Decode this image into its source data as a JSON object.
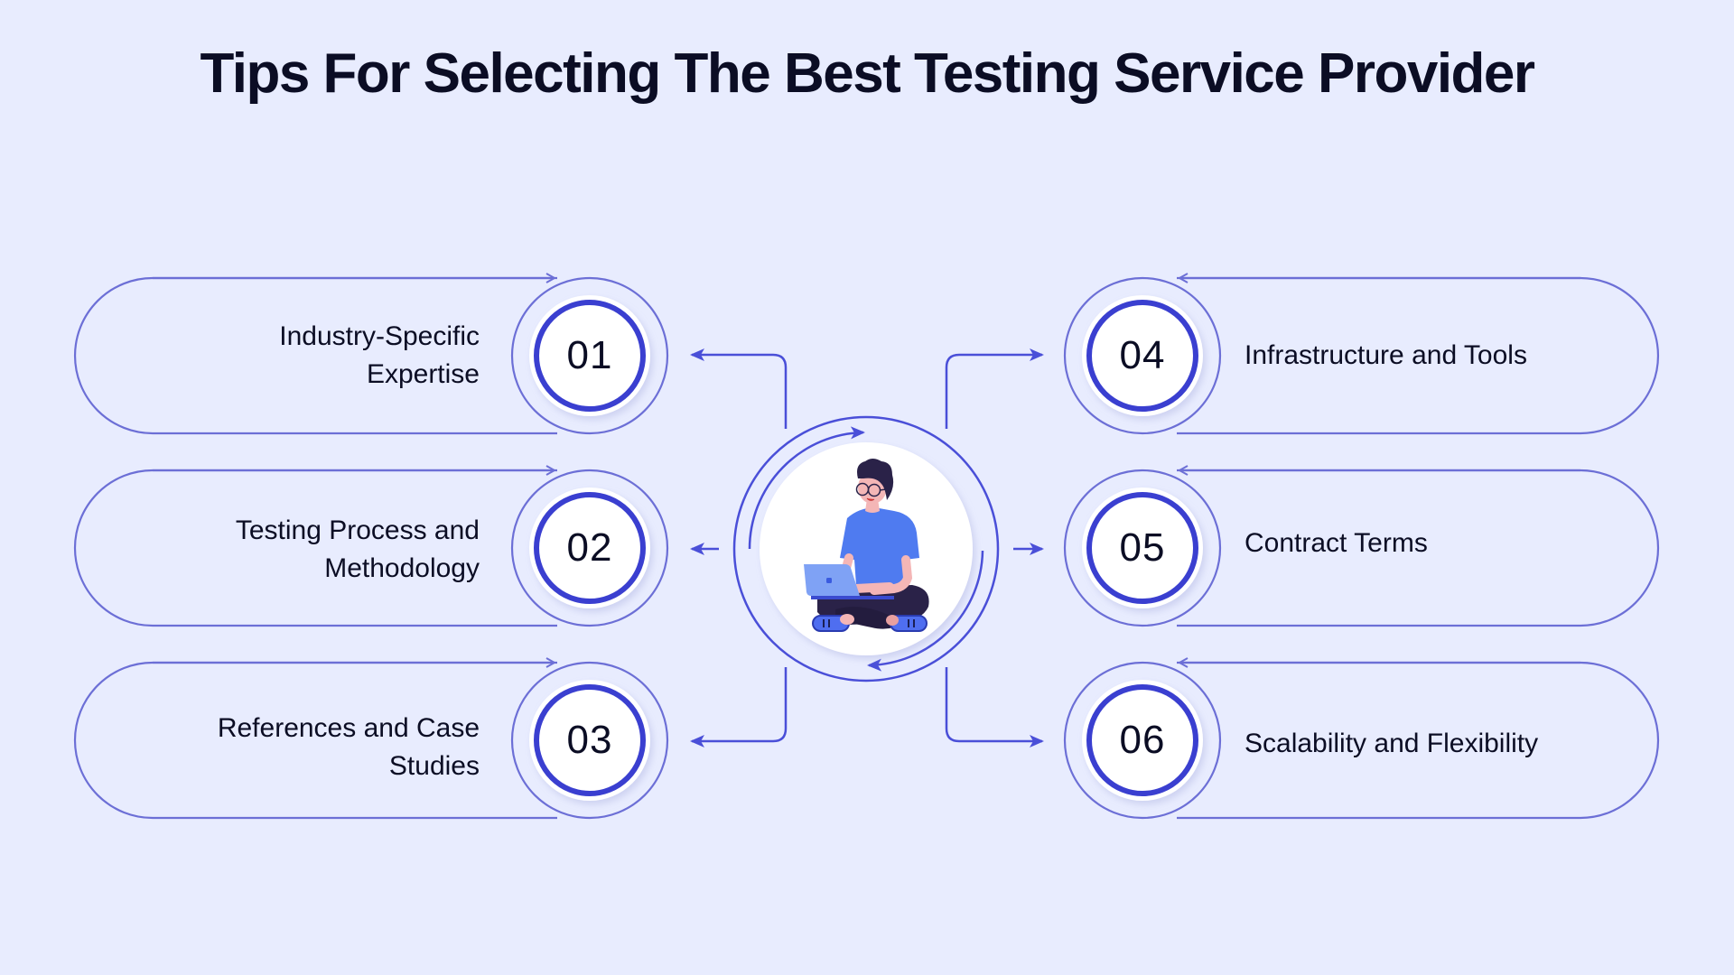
{
  "title": "Tips For Selecting The Best Testing Service Provider",
  "colors": {
    "background": "#E8ECFE",
    "outline": "#6C6FD6",
    "ring": "#3A3FD0",
    "connector": "#4A4FD8",
    "text": "#0B0D24",
    "disc": "#FFFFFF"
  },
  "center": {
    "illustration": "person-with-laptop-icon"
  },
  "tips": [
    {
      "number": "01",
      "label_lines": [
        "Industry-Specific",
        "Expertise"
      ],
      "side": "left"
    },
    {
      "number": "02",
      "label_lines": [
        "Testing Process and",
        "Methodology"
      ],
      "side": "left"
    },
    {
      "number": "03",
      "label_lines": [
        "References and Case",
        "Studies"
      ],
      "side": "left"
    },
    {
      "number": "04",
      "label_lines": [
        "Infrastructure and Tools"
      ],
      "side": "right"
    },
    {
      "number": "05",
      "label_lines": [
        "Contract Terms"
      ],
      "side": "right"
    },
    {
      "number": "06",
      "label_lines": [
        "Scalability and Flexibility"
      ],
      "side": "right"
    }
  ]
}
